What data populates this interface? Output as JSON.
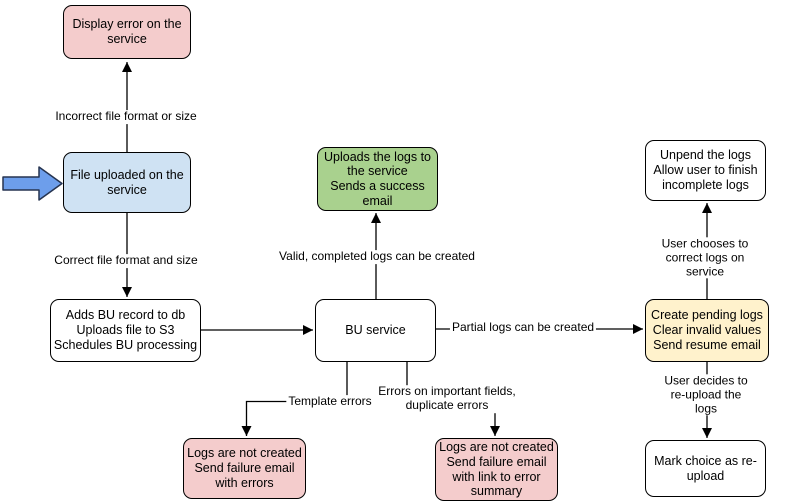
{
  "diagram": {
    "nodes": {
      "display_error": {
        "text": "Display error on the\nservice",
        "fill": "#f4cccc"
      },
      "file_uploaded": {
        "text": "File uploaded on the\nservice",
        "fill": "#cfe2f3"
      },
      "adds_bu_record": {
        "text": "Adds BU record to db\nUploads file to S3\nSchedules BU processing",
        "fill": "#ffffff"
      },
      "bu_service": {
        "text": "BU service",
        "fill": "#ffffff"
      },
      "uploads_logs": {
        "text": "Uploads the logs to\nthe service\nSends a success\nemail",
        "fill": "#a9d18e"
      },
      "unpend_logs": {
        "text": "Unpend the logs\nAllow user to finish\nincomplete logs",
        "fill": "#ffffff"
      },
      "create_pending_logs": {
        "text": "Create pending logs\nClear invalid values\nSend resume email",
        "fill": "#fff2cc"
      },
      "mark_choice": {
        "text": "Mark choice as re-\nupload",
        "fill": "#ffffff"
      },
      "logs_not_created_errors": {
        "text": "Logs are not created\nSend failure email\nwith errors",
        "fill": "#f4cccc"
      },
      "logs_not_created_summary": {
        "text": "Logs are not created\nSend failure email\nwith link to error\nsummary",
        "fill": "#f4cccc"
      }
    },
    "edge_labels": {
      "incorrect_file": "Incorrect file format or size",
      "correct_file": "Correct file format and size",
      "valid_logs": "Valid, completed logs can be created",
      "partial_logs": "Partial logs can be created",
      "template_errors": "Template errors",
      "important_fields": "Errors on important fields,\nduplicate errors",
      "user_chooses": "User chooses to correct logs on service",
      "user_decides": "User decides to re-upload the logs"
    },
    "colors": {
      "pink": "#f4cccc",
      "blue": "#cfe2f3",
      "green": "#a9d18e",
      "yellow": "#fff2cc",
      "white": "#ffffff",
      "stroke": "#000000",
      "entry_arrow_blue": "#6d9eeb"
    }
  }
}
